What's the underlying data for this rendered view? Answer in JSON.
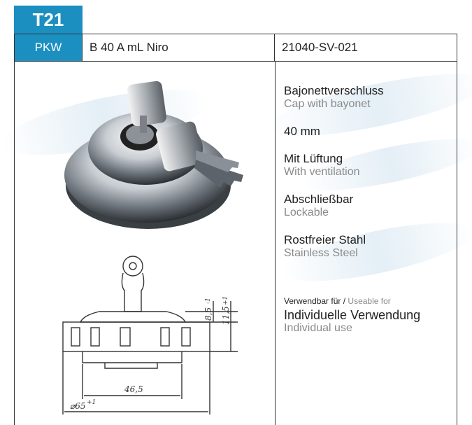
{
  "header": {
    "tag": "T21",
    "category": "PKW",
    "model": "B 40 A mL Niro",
    "article_number": "21040-SV-021"
  },
  "specs": [
    {
      "de": "Bajonettverschluss",
      "en": "Cap with bayonet"
    },
    {
      "de": "40 mm",
      "en": ""
    },
    {
      "de": "Mit Lüftung",
      "en": "With ventilation"
    },
    {
      "de": "Abschließbar",
      "en": "Lockable"
    },
    {
      "de": "Rostfreier Stahl",
      "en": "Stainless Steel"
    }
  ],
  "usage": {
    "label_de": "Verwendbar für /",
    "label_en": "Useable for",
    "value_de": "Individuelle Verwendung",
    "value_en": "Individual use"
  },
  "drawing": {
    "dim_diameter": "⌀65",
    "dim_diameter_tol": "+1",
    "dim_inner": "46,5",
    "dim_height1": "8,5",
    "dim_height1_tol": "-1",
    "dim_height2": "11,5",
    "dim_height2_tol": "+1"
  },
  "colors": {
    "accent": "#1b8fc0",
    "secondary_text": "#8a8a8a"
  }
}
